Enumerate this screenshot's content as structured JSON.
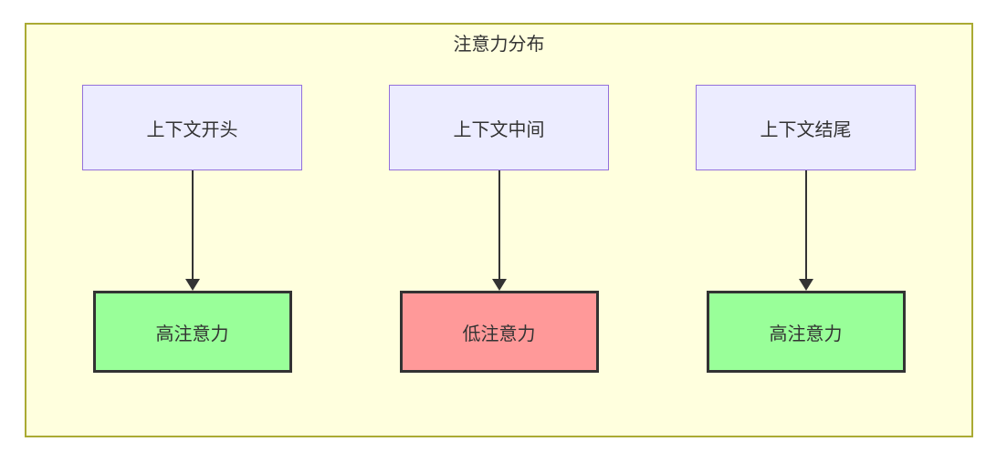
{
  "diagram": {
    "title": "注意力分布",
    "colors": {
      "canvas_bg": "#ffffff",
      "container_bg": "#ffffde",
      "container_border": "#aaaa33",
      "node_bg": "#ececff",
      "node_border": "#9370db",
      "high_bg": "#99ff99",
      "low_bg": "#ff9999",
      "result_border": "#333333",
      "arrow": "#333333",
      "text": "#333333"
    },
    "columns": [
      {
        "source": "上下文开头",
        "result": "高注意力",
        "level": "high"
      },
      {
        "source": "上下文中间",
        "result": "低注意力",
        "level": "low"
      },
      {
        "source": "上下文结尾",
        "result": "高注意力",
        "level": "high"
      }
    ]
  }
}
